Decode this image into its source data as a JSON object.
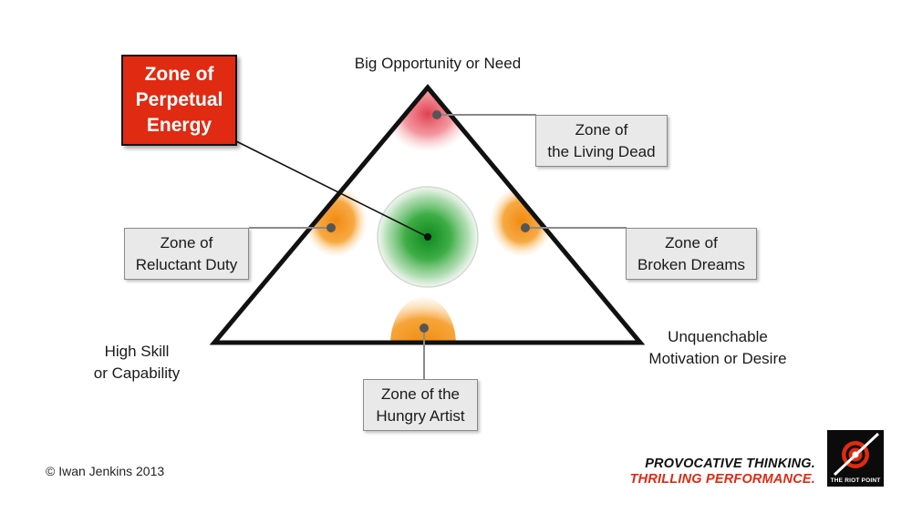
{
  "vertices": {
    "top": "Big Opportunity or Need",
    "left": [
      "High Skill",
      "or Capability"
    ],
    "right": [
      "Unquenchable",
      "Motivation or Desire"
    ]
  },
  "zones": {
    "perpetual_energy": [
      "Zone of",
      "Perpetual",
      "Energy"
    ],
    "living_dead": [
      "Zone of",
      "the Living Dead"
    ],
    "reluctant_duty": [
      "Zone of",
      "Reluctant Duty"
    ],
    "broken_dreams": [
      "Zone of",
      "Broken Dreams"
    ],
    "hungry_artist": [
      "Zone of the",
      "Hungry Artist"
    ]
  },
  "footer": {
    "copyright": "© Iwan Jenkins 2013",
    "tagline_1": "PROVOCATIVE THINKING.",
    "tagline_2": "THRILLING PERFORMANCE.",
    "logo_text": "THE RIOT POINT"
  },
  "colors": {
    "red": "#e02a12",
    "orange": "#f59a1c",
    "green": "#1f9e2e",
    "box_fill": "#e9e9e9",
    "box_border": "#8a8a8a"
  }
}
